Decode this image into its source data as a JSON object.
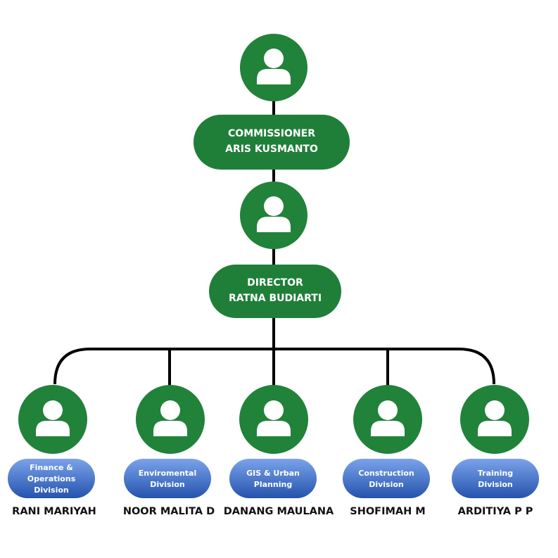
{
  "commissioner": {
    "title": "COMMISSIONER",
    "name": "ARIS KUSMANTO",
    "avatar_icon": "person-icon"
  },
  "director": {
    "title": "DIRECTOR",
    "name": "RATNA BUDIARTI",
    "avatar_icon": "person-icon"
  },
  "divisions": [
    {
      "division": [
        "Finance &",
        "Operations",
        "Division"
      ],
      "person": "RANI MARIYAH"
    },
    {
      "division": [
        "Enviromental",
        "Division"
      ],
      "person": "NOOR MALITA D"
    },
    {
      "division": [
        "GIS & Urban",
        "Planning"
      ],
      "person": "DANANG MAULANA"
    },
    {
      "division": [
        "Construction",
        "Division"
      ],
      "person": "SHOFIMAH M"
    },
    {
      "division": [
        "Training",
        "Division"
      ],
      "person": "ARDITIYA P P"
    }
  ],
  "colors": {
    "green": "#21823a",
    "blue_light": "#6f9ae6",
    "blue_dark": "#2a5bb5",
    "connector": "#000000"
  }
}
